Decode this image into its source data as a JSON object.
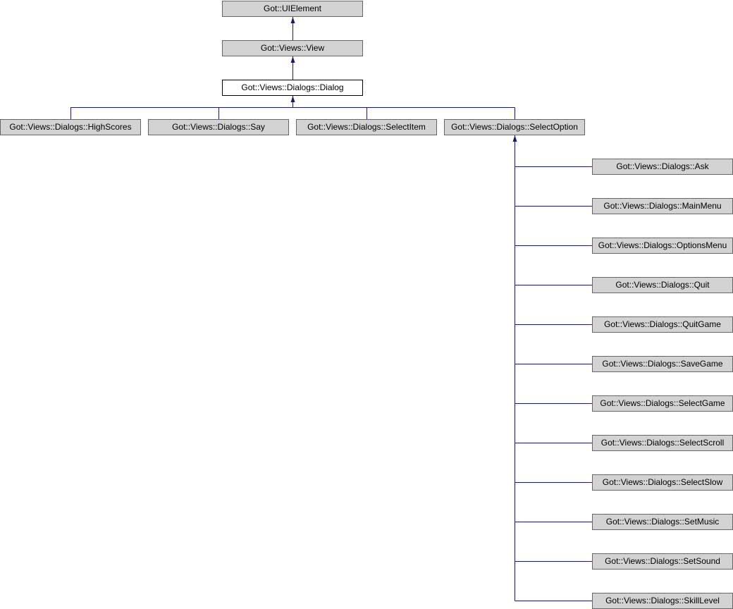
{
  "colors": {
    "edge": "#191970",
    "node_fill": "#d3d3d3",
    "node_border": "#666666",
    "current_fill": "#ffffff"
  },
  "nodes": {
    "uielement": "Got::UIElement",
    "view": "Got::Views::View",
    "dialog": "Got::Views::Dialogs::Dialog",
    "highscores": "Got::Views::Dialogs::HighScores",
    "say": "Got::Views::Dialogs::Say",
    "selectitem": "Got::Views::Dialogs::SelectItem",
    "selectoption": "Got::Views::Dialogs::SelectOption",
    "selectoption_children": [
      "Got::Views::Dialogs::Ask",
      "Got::Views::Dialogs::MainMenu",
      "Got::Views::Dialogs::OptionsMenu",
      "Got::Views::Dialogs::Quit",
      "Got::Views::Dialogs::QuitGame",
      "Got::Views::Dialogs::SaveGame",
      "Got::Views::Dialogs::SelectGame",
      "Got::Views::Dialogs::SelectScroll",
      "Got::Views::Dialogs::SelectSlow",
      "Got::Views::Dialogs::SetMusic",
      "Got::Views::Dialogs::SetSound",
      "Got::Views::Dialogs::SkillLevel"
    ]
  }
}
